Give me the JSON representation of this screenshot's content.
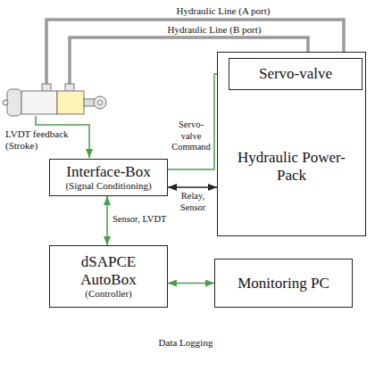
{
  "diagram": {
    "nodes": [
      {
        "text": [
          "Interface-Box",
          "(Signal Conditioning)"
        ]
      },
      {
        "text": [
          "Hydraulic Power-Pack"
        ]
      },
      {
        "text": [
          "Servo-valve"
        ],
        "in": 1
      },
      {
        "text": [
          "dSAPCE AutoBox",
          "(Controller)"
        ]
      },
      {
        "text": [
          "Monitoring PC"
        ]
      }
    ],
    "edges": [
      {
        "from": 0,
        "to": 2,
        "arrow": "to",
        "label": "Servo-valve Command"
      },
      {
        "from": 0,
        "to": 1,
        "arrow": "both",
        "label": "Relay, Sensor"
      },
      {
        "from": 0,
        "to": 3,
        "arrow": "both",
        "label": "Sensor, LVDT"
      },
      {
        "from": 3,
        "to": 4,
        "arrow": "both"
      }
    ],
    "labels": [
      "Hydraulic Line (A port)",
      "Hydraulic Line (B port)",
      "LVDT feedback (Stroke)",
      "Data Logging"
    ]
  }
}
